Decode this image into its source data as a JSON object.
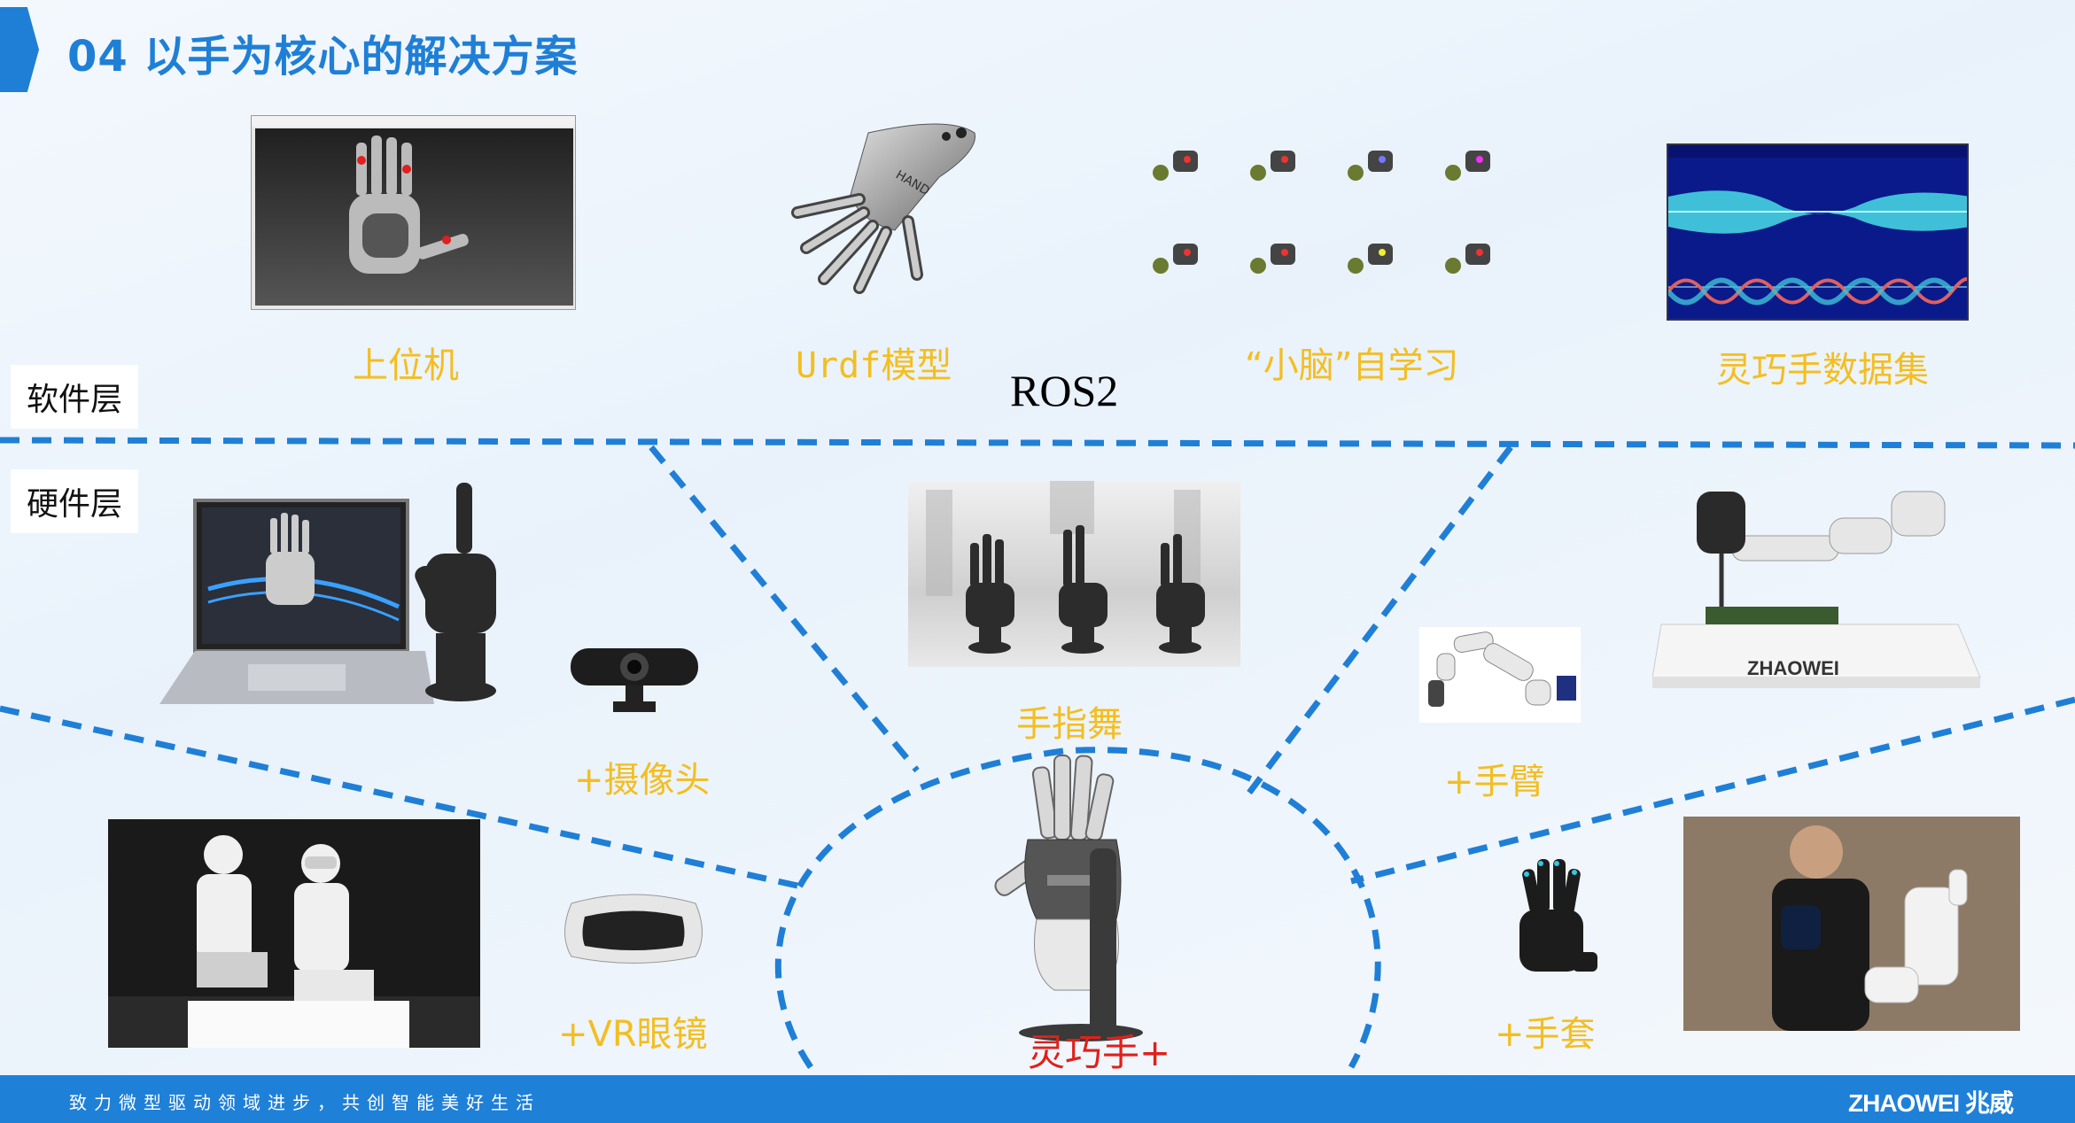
{
  "header": {
    "title": "04 以手为核心的解决方案"
  },
  "layers": {
    "software": "软件层",
    "hardware": "硬件层"
  },
  "software": {
    "items": [
      {
        "label": "上位机"
      },
      {
        "label": "Urdf模型"
      },
      {
        "label": "“小脑”自学习"
      },
      {
        "label": "灵巧手数据集"
      }
    ],
    "platform": "ROS2"
  },
  "hardware": {
    "center": "灵巧手+",
    "finger_dance": "手指舞",
    "camera": "+摄像头",
    "vr": "+VR眼镜",
    "arm": "+手臂",
    "glove": "+手套",
    "arm_base_brand": "ZHAOWEI"
  },
  "footer": {
    "slogan": "致力微型驱动领域进步，共创智能美好生活",
    "brand": "ZHAOWEI 兆威"
  },
  "colors": {
    "accent": "#1f7fd6",
    "gold": "#f3be20",
    "red": "#e0201a",
    "dash": "#1f7fd6"
  }
}
